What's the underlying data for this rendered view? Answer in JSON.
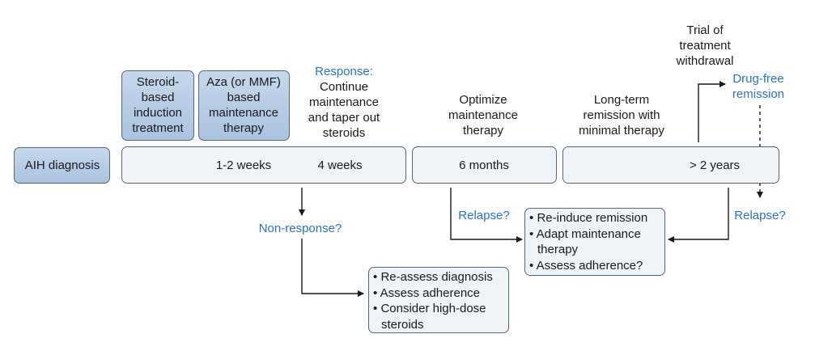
{
  "diagnosis": "AIH diagnosis",
  "phases": {
    "steroid": [
      "Steroid-",
      "based",
      "induction",
      "treatment"
    ],
    "aza": [
      "Aza (or MMF)",
      "based",
      "maintenance",
      "therapy"
    ],
    "response": "Response:",
    "continue": [
      "Continue",
      "maintenance",
      "and taper out",
      "steroids"
    ],
    "optimize": [
      "Optimize",
      "maintenance",
      "therapy"
    ],
    "longterm": [
      "Long-term",
      "remission with",
      "minimal therapy"
    ],
    "trial": [
      "Trial of",
      "treatment",
      "withdrawal"
    ],
    "drugfree": [
      "Drug-free",
      "remission"
    ]
  },
  "timeline": {
    "w12": "1-2 weeks",
    "w4": "4 weeks",
    "m6": "6 months",
    "y2": "> 2 years"
  },
  "labels": {
    "nonresponse": "Non-response?",
    "relapse_left": "Relapse?",
    "relapse_right": "Relapse?"
  },
  "reinduce": [
    "Re-induce remission",
    "Adapt maintenance",
    "therapy",
    "Assess adherence?"
  ],
  "reassess": [
    "Re-assess diagnosis",
    "Assess adherence",
    "Consider high-dose",
    "steroids"
  ],
  "bullet": "•",
  "colors": {
    "accent": "#2e73b5",
    "box_fill": "#eef3f8",
    "blue_fill": "#b5cde6",
    "stroke": "#5b6673"
  }
}
